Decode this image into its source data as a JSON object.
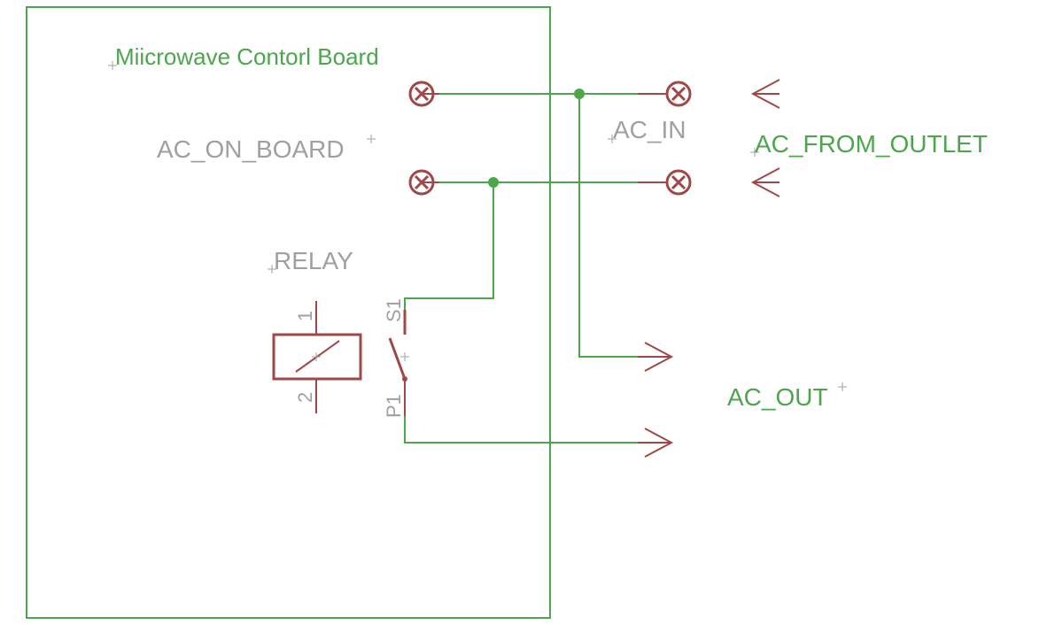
{
  "board_title": "Miicrowave Contorl Board",
  "labels": {
    "ac_on_board": "AC_ON_BOARD",
    "ac_in": "AC_IN",
    "ac_from_outlet": "AC_FROM_OUTLET",
    "relay": "RELAY",
    "ac_out": "AC_OUT"
  },
  "relay_pins": {
    "coil_1": "1",
    "coil_2": "2",
    "switch_s1": "S1",
    "switch_p1": "P1"
  },
  "colors": {
    "wire": "#4ca64c",
    "component": "#a04848",
    "label_name": "#4ca64c",
    "label_value": "#a0a0a0",
    "origin_cross": "#a0a0a0"
  }
}
